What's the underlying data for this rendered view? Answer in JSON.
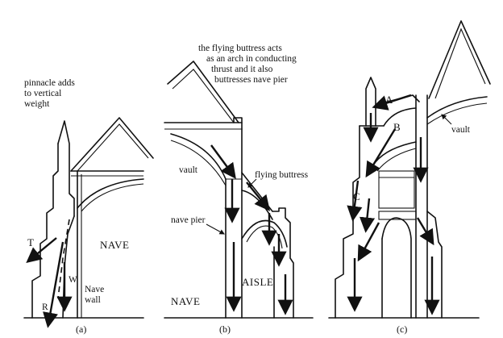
{
  "panel_a": {
    "label_pinnacle_1": "pinnacle adds",
    "label_pinnacle_2": "to vertical",
    "label_pinnacle_3": "weight",
    "label_t": "T",
    "label_w": "W",
    "label_r": "R",
    "label_nave": "NAVE",
    "label_nave_wall_1": "Nave",
    "label_nave_wall_2": "wall",
    "caption": "(a)"
  },
  "panel_b": {
    "note_1": "the flying buttress acts",
    "note_2": "as an arch in conducting",
    "note_3": "thrust and it also",
    "note_4": "buttresses nave pier",
    "label_vault": "vault",
    "label_flying_buttress": "flying buttress",
    "label_nave_pier": "nave pier",
    "label_aisle": "AISLE",
    "label_nave": "NAVE",
    "caption": "(b)"
  },
  "panel_c": {
    "label_a": "A",
    "label_b": "B",
    "label_c": "C",
    "label_vault": "vault",
    "caption": "(c)"
  }
}
